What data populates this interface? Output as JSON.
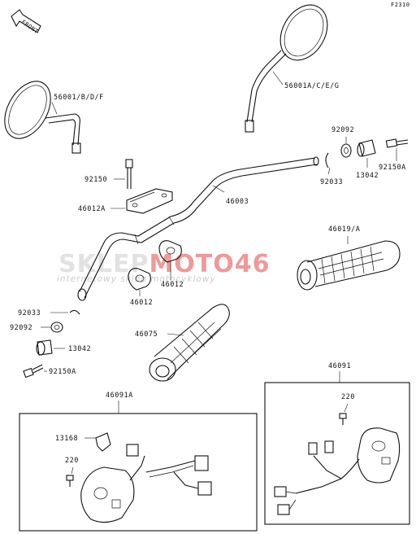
{
  "figure_code": "F2310",
  "front_label": "FRONT",
  "watermark": {
    "brand_left": "SKLEP",
    "brand_right": "MOTO",
    "brand_number": "46",
    "tagline": "internetowy sklep motocyklowy"
  },
  "labels": {
    "mirror_left": "56001/B/D/F",
    "mirror_right": "56001A/C/E/G",
    "bolt_clamp": "92150",
    "holder_upper": "46012A",
    "handlebar": "46003",
    "ring_top": "92092",
    "circlip_top": "92033",
    "weight_top": "13042",
    "screw_top": "92150A",
    "grip_right": "46019/A",
    "holder_lower_right": "46012",
    "holder_lower_left": "46012",
    "circlip_left": "92033",
    "ring_left": "92092",
    "weight_left": "13042",
    "screw_left": "92150A",
    "grip_left": "46075",
    "switch_right": "46091",
    "switch_right_screw": "220",
    "switch_left": "46091A",
    "switch_left_clip": "13168",
    "switch_left_screw": "220"
  }
}
